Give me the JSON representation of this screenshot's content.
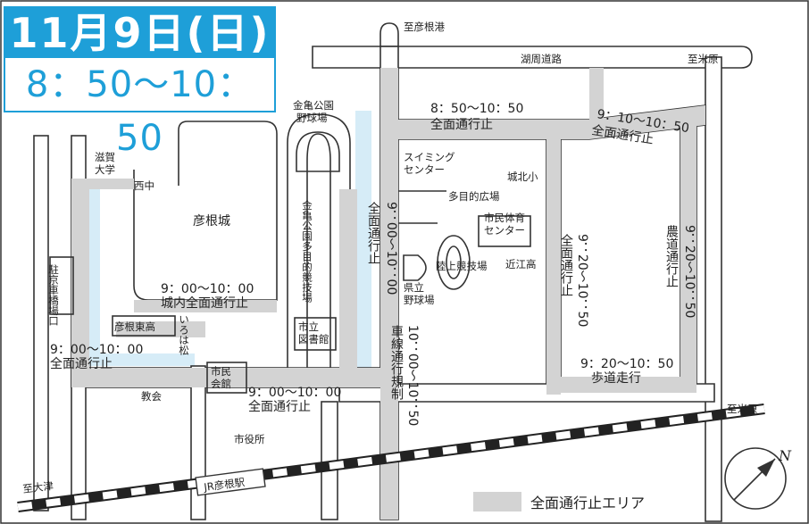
{
  "header": {
    "date": "11月9日(日)",
    "time": "8：50〜10：50"
  },
  "places": {
    "to_hikone_port": "至彦根港",
    "lakeside_road": "湖周道路",
    "to_maibara_top": "至米原",
    "to_maibara_right": "至米原",
    "to_otsu": "至大津",
    "kinki_park_baseball_1": "金亀公園",
    "kinki_park_baseball_2": "野球場",
    "swimming_center_1": "スイミング",
    "swimming_center_2": "センター",
    "johoku_elem": "城北小",
    "multi_plaza": "多目的広場",
    "gym_1": "市民体育",
    "gym_2": "センター",
    "track_field": "陸上競技場",
    "prefectural_baseball_1": "県立",
    "prefectural_baseball_2": "野球場",
    "omi_high": "近江高",
    "shiga_univ_1": "滋賀",
    "shiga_univ_2": "大学",
    "nishinaka": "西中",
    "hikone_castle": "彦根城",
    "kinki_park_stadium": "金亀公園多目的競技場",
    "parking": "駐京車橋場口",
    "hikone_higashi_high": "彦根東高",
    "iroha_matsu": "いろは松",
    "city_library_1": "市立",
    "city_library_2": "図書館",
    "civic_hall_1": "市民",
    "civic_hall_2": "会館",
    "church": "教会",
    "city_hall": "市役所",
    "jr_station": "JR彦根駅"
  },
  "closures": {
    "north_time": "8：50〜10：50",
    "north_type": "全面通行止",
    "ne_time": "9：10〜10：50",
    "ne_type": "全面通行止",
    "castle_time": "9：00〜10：00",
    "castle_type": "城内全面通行止",
    "center_v_time": "9：00〜10：00",
    "center_v_type": "全面通行止",
    "west_time": "9：00〜10：00",
    "west_type": "全面通行止",
    "south_time": "9：00〜10：00",
    "south_type": "全面通行止",
    "lane_time": "10：00〜10：50",
    "lane_type": "車線通行規制",
    "mid_v_time": "9：20〜10：50",
    "mid_v_type": "全面通行止",
    "east_v_time": "9：20〜10：50",
    "east_v_type": "農道通行止",
    "walk_time": "9：20〜10：50",
    "walk_type": "歩道走行"
  },
  "legend": {
    "label": "全面通行止エリア"
  },
  "compass": {
    "north": "N"
  },
  "colors": {
    "accent": "#1e9fd8",
    "closed_area": "#d3d3d3",
    "water": "#d6ecf7"
  }
}
